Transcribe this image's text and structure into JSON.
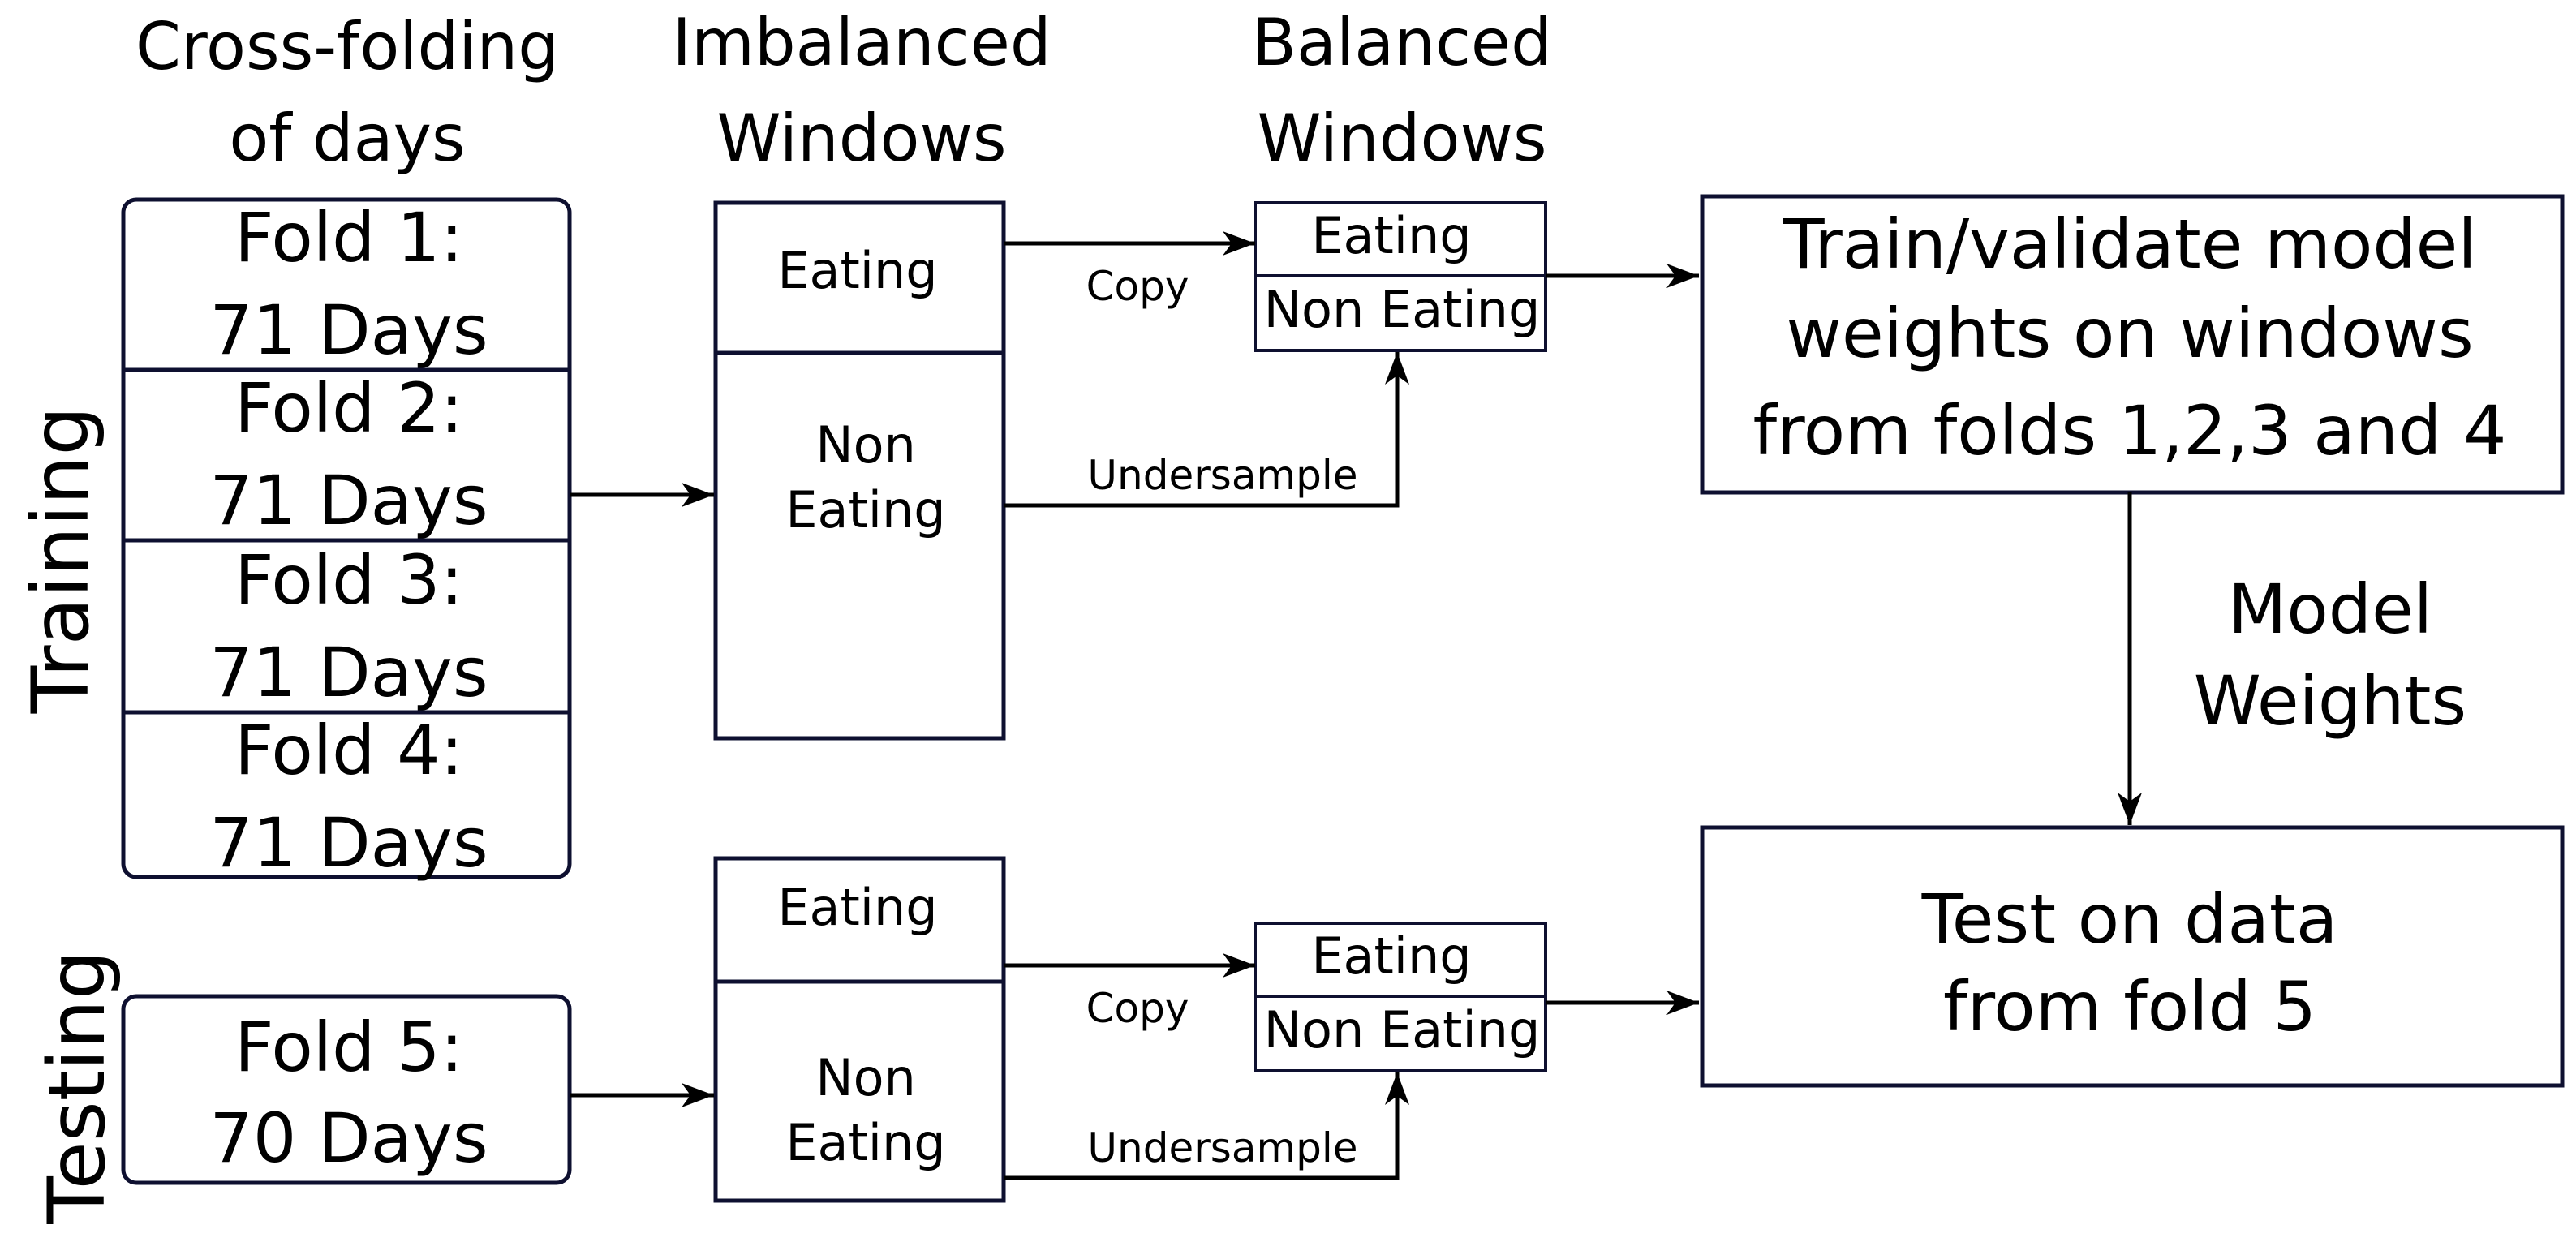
{
  "colors": {
    "line": "#000000",
    "box_stroke": "#0e1030",
    "background": "#ffffff"
  },
  "headers": {
    "crossfold": [
      "Cross-folding",
      "of days"
    ],
    "imbalanced": [
      "Imbalanced",
      "Windows"
    ],
    "balanced": [
      "Balanced",
      "Windows"
    ]
  },
  "side_labels": {
    "training": "Training",
    "testing": "Testing"
  },
  "training_folds": [
    {
      "name": "Fold 1:",
      "days": "71 Days"
    },
    {
      "name": "Fold 2:",
      "days": "71 Days"
    },
    {
      "name": "Fold 3:",
      "days": "71 Days"
    },
    {
      "name": "Fold 4:",
      "days": "71 Days"
    }
  ],
  "testing_fold": {
    "name": "Fold 5:",
    "days": "70 Days"
  },
  "imbalanced_train": {
    "eating": "Eating",
    "non_eating": [
      "Non",
      "Eating"
    ]
  },
  "imbalanced_test": {
    "eating": "Eating",
    "non_eating": [
      "Non",
      "Eating"
    ]
  },
  "balanced_train": {
    "eating": "Eating",
    "non_eating": "Non Eating"
  },
  "balanced_test": {
    "eating": "Eating",
    "non_eating": "Non Eating"
  },
  "arrow_labels": {
    "copy": "Copy",
    "undersample": "Undersample"
  },
  "train_box": [
    "Train/validate model",
    "weights on windows",
    "from folds 1,2,3 and 4"
  ],
  "model_weights": [
    "Model",
    "Weights"
  ],
  "test_box": [
    "Test on data",
    "from fold 5"
  ]
}
